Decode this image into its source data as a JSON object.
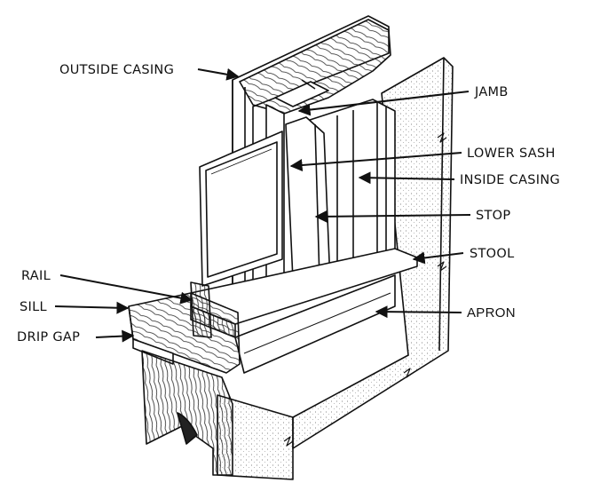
{
  "labels": {
    "outside_casing": "OUTSIDE CASING",
    "jamb": "JAMB",
    "lower_sash": "LOWER SASH",
    "inside_casing": "INSIDE CASING",
    "stop": "STOP",
    "stool": "STOOL",
    "rail": "RAIL",
    "sill": "SILL",
    "drip_gap": "DRIP GAP",
    "apron": "APRON"
  },
  "colors": {
    "ink": "#111111",
    "paper": "#ffffff"
  }
}
